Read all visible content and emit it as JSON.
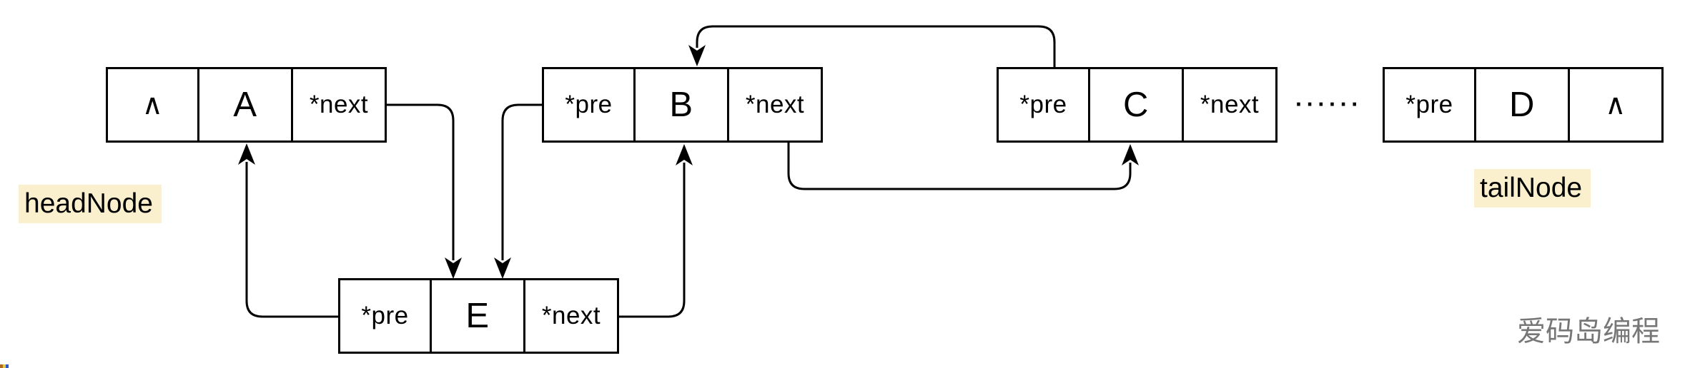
{
  "diagram": {
    "nodes": [
      {
        "name": "A",
        "cells": [
          "∧",
          "A",
          "*next"
        ]
      },
      {
        "name": "B",
        "cells": [
          "*pre",
          "B",
          "*next"
        ]
      },
      {
        "name": "C",
        "cells": [
          "*pre",
          "C",
          "*next"
        ]
      },
      {
        "name": "D",
        "cells": [
          "*pre",
          "D",
          "∧"
        ]
      },
      {
        "name": "E",
        "cells": [
          "*pre",
          "E",
          "*next"
        ]
      }
    ],
    "labels": {
      "head": "headNode",
      "tail": "tailNode"
    },
    "ellipsis": "······",
    "watermark": "爱码岛编程",
    "edges": [
      {
        "from": "A.*next",
        "to": "E",
        "arrow_points": "down into top of E"
      },
      {
        "from": "B.*pre",
        "to": "E",
        "arrow_points": "down into top of E"
      },
      {
        "from": "E.*pre",
        "to": "A",
        "arrow_points": "up into bottom of A"
      },
      {
        "from": "E.*next",
        "to": "B",
        "arrow_points": "up into bottom of B"
      },
      {
        "from": "B.*next",
        "to": "C",
        "arrow_points": "up into bottom of C"
      },
      {
        "from": "C.*pre",
        "to": "B",
        "arrow_points": "down into top of B"
      }
    ],
    "colors": {
      "line": "#000000",
      "node_fill": "#ffffff",
      "label_highlight": "#FAF0CE",
      "watermark_gray": "#777777"
    }
  }
}
